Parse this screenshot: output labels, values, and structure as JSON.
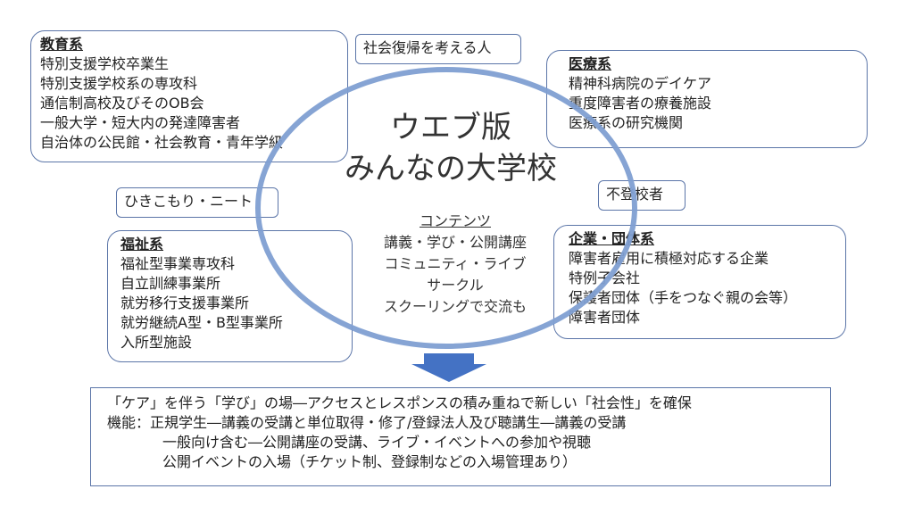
{
  "center": {
    "title_line1": "ウエブ版",
    "title_line2": "みんなの大学校"
  },
  "contents": {
    "heading": "コンテンツ",
    "lines": [
      "講義・学び・公開講座",
      "コミュニティ・ライブ",
      "サークル",
      "スクーリングで交流も"
    ]
  },
  "education": {
    "title": "教育系",
    "items": [
      "特別支援学校卒業生",
      "特別支援学校系の専攻科",
      "通信制高校及びそのOB会",
      "一般大学・短大内の発達障害者",
      "自治体の公民館・社会教育・青年学級"
    ]
  },
  "medical": {
    "title": "医療系",
    "items": [
      "精神科病院のデイケア",
      "重度障害者の療養施設",
      "医療系の研究機関"
    ]
  },
  "welfare": {
    "title": "福祉系",
    "items": [
      "福祉型事業専攻科",
      "自立訓練事業所",
      "就労移行支援事業所",
      "就労継続A型・B型事業所",
      "入所型施設"
    ]
  },
  "corporate": {
    "title": "企業・団体系",
    "items": [
      "障害者雇用に積極対応する企業",
      "特例子会社",
      "保護者団体（手をつなぐ親の会等）",
      "障害者団体"
    ]
  },
  "tags": {
    "return": "社会復帰を考える人",
    "hikikomori": "ひきこもり・ニート",
    "futoko": "不登校者"
  },
  "summary": {
    "line1": "「ケア」を伴う「学び」の場―アクセスとレスポンスの積み重ねで新しい「社会性」を確保",
    "line2": "機能：正規学生―講義の受講と単位取得・修了/登録法人及び聴講生―講義の受講",
    "line3": "一般向け含む―公開講座の受講、ライブ・イベントへの参加や視聴",
    "line4": "公開イベントの入場（チケット制、登録制などの入場管理あり）"
  },
  "colors": {
    "ring": "#7f9fd2",
    "box_border": "#5b75a8",
    "arrow": "#4472c4"
  }
}
